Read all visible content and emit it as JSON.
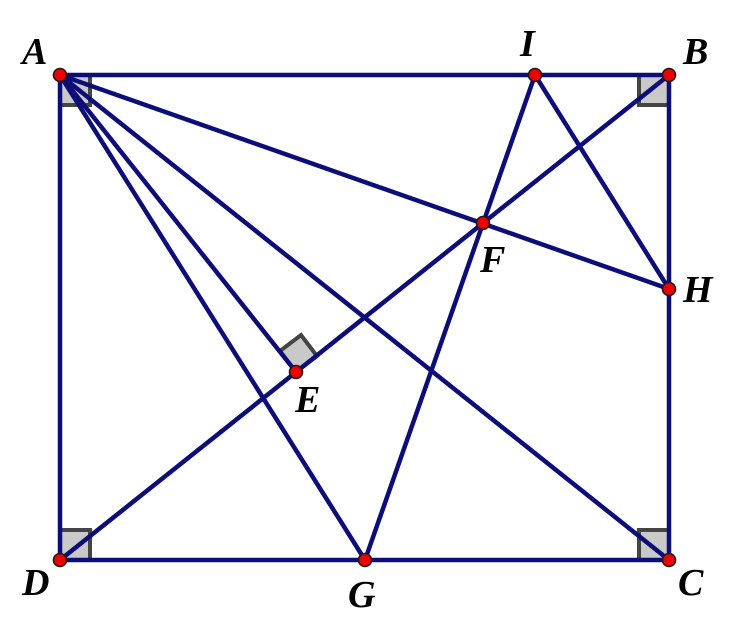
{
  "points": {
    "A": "A",
    "B": "B",
    "C": "C",
    "D": "D",
    "E": "E",
    "F": "F",
    "G": "G",
    "H": "H",
    "I": "I"
  },
  "colors": {
    "line": "#0d0d7a",
    "point_fill": "#ee0000",
    "right_angle_fill": "#c9c9c9",
    "right_angle_stroke": "#444444"
  }
}
